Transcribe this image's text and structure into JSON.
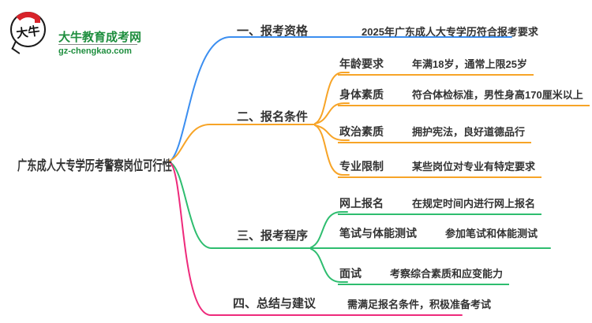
{
  "logo": {
    "badge": "大牛",
    "title": "大牛教育成考网",
    "url": "gz-chengkao.com"
  },
  "colors": {
    "branch1": "#3b8ef0",
    "branch2": "#f7a427",
    "branch3": "#2ebd6f",
    "branch4": "#ee2a7b",
    "logo_green": "#1e8e3e",
    "text": "#333333",
    "logo_red": "#d8232a"
  },
  "root": {
    "label": "广东成人大专学历考警察岗位可行性"
  },
  "branches": [
    {
      "label": "一、报考资格",
      "children": [
        {
          "value": "2025年广东成人大专学历符合报考要求"
        }
      ]
    },
    {
      "label": "二、报名条件",
      "children": [
        {
          "key": "年龄要求",
          "value": "年满18岁，通常上限25岁"
        },
        {
          "key": "身体素质",
          "value": "符合体检标准，男性身高170厘米以上"
        },
        {
          "key": "政治素质",
          "value": "拥护宪法，良好道德品行"
        },
        {
          "key": "专业限制",
          "value": "某些岗位对专业有特定要求"
        }
      ]
    },
    {
      "label": "三、报考程序",
      "children": [
        {
          "key": "网上报名",
          "value": "在规定时间内进行网上报名"
        },
        {
          "key": "笔试与体能测试",
          "value": "参加笔试和体能测试"
        },
        {
          "key": "面试",
          "value": "考察综合素质和应变能力"
        }
      ]
    },
    {
      "label": "四、总结与建议",
      "children": [
        {
          "value": "需满足报名条件，积极准备考试"
        }
      ]
    }
  ]
}
